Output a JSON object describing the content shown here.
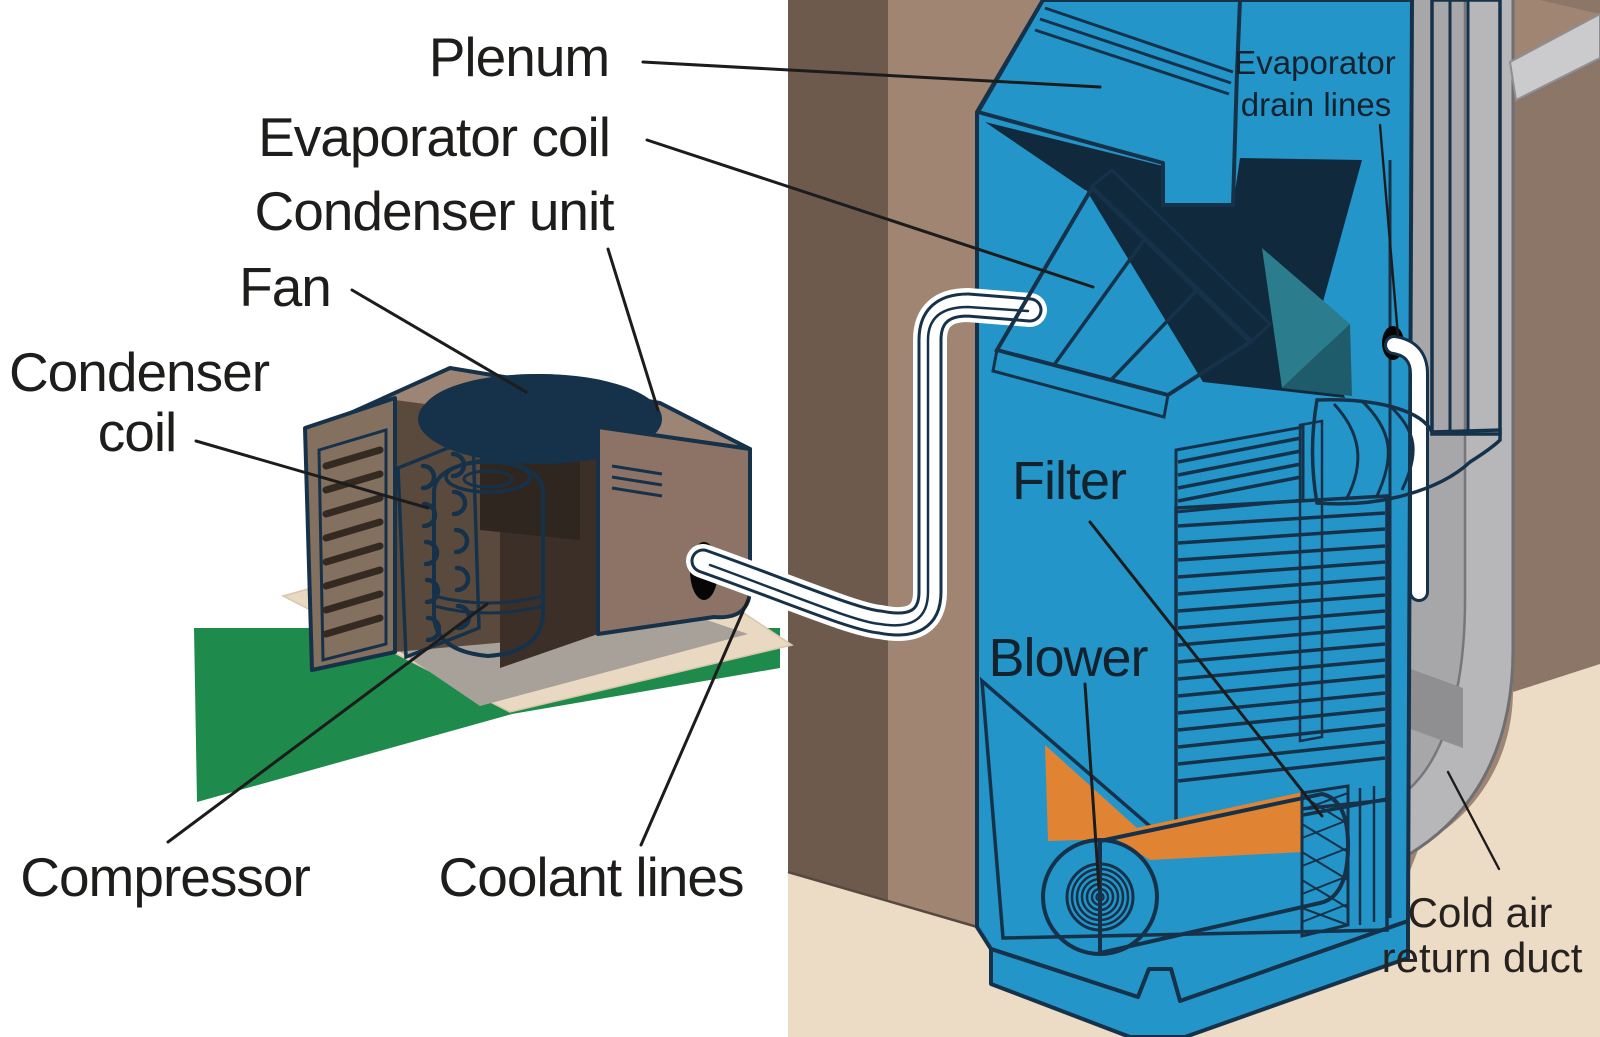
{
  "figure": {
    "type": "labeled-diagram",
    "subject": "Central air conditioning system: outdoor condenser unit and indoor air handler cutaway",
    "labels": {
      "plenum": "Plenum",
      "evaporator_coil": "Evaporator coil",
      "condenser_unit": "Condenser unit",
      "fan": "Fan",
      "condenser_coil": {
        "line1": "Condenser",
        "line2": "coil"
      },
      "compressor": "Compressor",
      "coolant_lines": "Coolant lines",
      "filter": "Filter",
      "blower": "Blower",
      "evaporator_drain_lines": {
        "line1": "Evaporator",
        "line2": "drain lines"
      },
      "cold_air_return_duct": {
        "line1": "Cold air",
        "line2": "return duct"
      }
    },
    "colors": {
      "unit_blue": "#2495c9",
      "outline_navy": "#16324a",
      "interior_navy": "#0f2a3d",
      "teal": "#2b7c8c",
      "teal_dark": "#1e5b6b",
      "accent_yellow": "#f7c02f",
      "accent_orange": "#e08434",
      "blower_disc_orange": "#d07b33",
      "box_brown_front": "#8d7366",
      "box_brown_top": "#9d8576",
      "box_brown_left": "#84705f",
      "louver_brown": "#6f5c50",
      "stud_brown_dark": "#6d5a4d",
      "wall_brown_light": "#a08672",
      "wall_brown_mid": "#8b7668",
      "duct_gray_light": "#b7b6b9",
      "duct_gray_mid": "#a7a6a9",
      "duct_gray_dark": "#8f8e91",
      "floor_tan": "#ecdcc6",
      "grass_green": "#1e8a4b",
      "pad_tan": "#e9d9c2",
      "slab_gray": "#a8a19a",
      "pipe_white": "#ffffff"
    }
  }
}
